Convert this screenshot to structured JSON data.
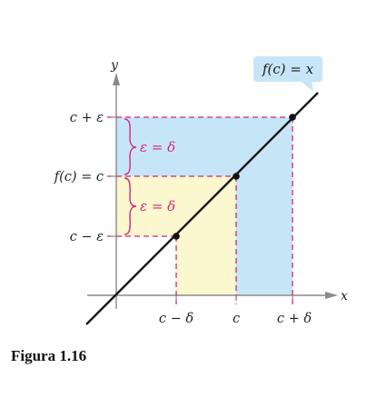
{
  "figure": {
    "caption": "Figura 1.16",
    "axis_labels": {
      "x": "x",
      "y": "y"
    },
    "function_label": "f(c) = x",
    "y_ticks": {
      "top": "c + ε",
      "middle": "f(c) = c",
      "bottom": "c − ε"
    },
    "x_ticks": {
      "left": "c − δ",
      "middle": "c",
      "right": "c + δ"
    },
    "brace_labels": {
      "upper": "ε = δ",
      "lower": "ε = δ"
    },
    "colors": {
      "blue_region": "#c6e6f7",
      "yellow_region": "#fbf7cf",
      "dashed": "#d6247a",
      "brace_text": "#d6247a",
      "line": "#1a1a1a",
      "axis": "#8a8a8a",
      "callout": "#c6e6f7"
    }
  }
}
